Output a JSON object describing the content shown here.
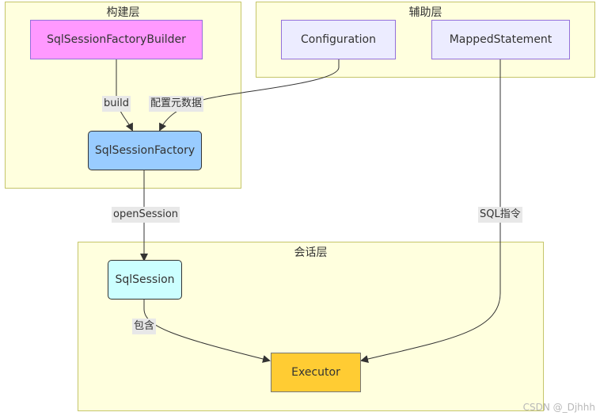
{
  "clusters": {
    "build": {
      "title": "构建层"
    },
    "aux": {
      "title": "辅助层"
    },
    "session": {
      "title": "会话层"
    }
  },
  "nodes": {
    "builder": {
      "label": "SqlSessionFactoryBuilder",
      "fill": "#ff99ff"
    },
    "factory": {
      "label": "SqlSessionFactory",
      "fill": "#99ccff"
    },
    "configuration": {
      "label": "Configuration",
      "fill": "#ececff"
    },
    "mapped": {
      "label": "MappedStatement",
      "fill": "#ececff"
    },
    "sqlsession": {
      "label": "SqlSession",
      "fill": "#ccffff"
    },
    "executor": {
      "label": "Executor",
      "fill": "#ffcc33"
    }
  },
  "edges": [
    {
      "from": "SqlSessionFactoryBuilder",
      "to": "SqlSessionFactory",
      "label": "build"
    },
    {
      "from": "Configuration",
      "to": "SqlSessionFactory",
      "label": "配置元数据"
    },
    {
      "from": "SqlSessionFactory",
      "to": "SqlSession",
      "label": "openSession"
    },
    {
      "from": "SqlSession",
      "to": "Executor",
      "label": "包含"
    },
    {
      "from": "MappedStatement",
      "to": "Executor",
      "label": "SQL指令"
    }
  ],
  "watermark": "CSDN @_Djhhh"
}
